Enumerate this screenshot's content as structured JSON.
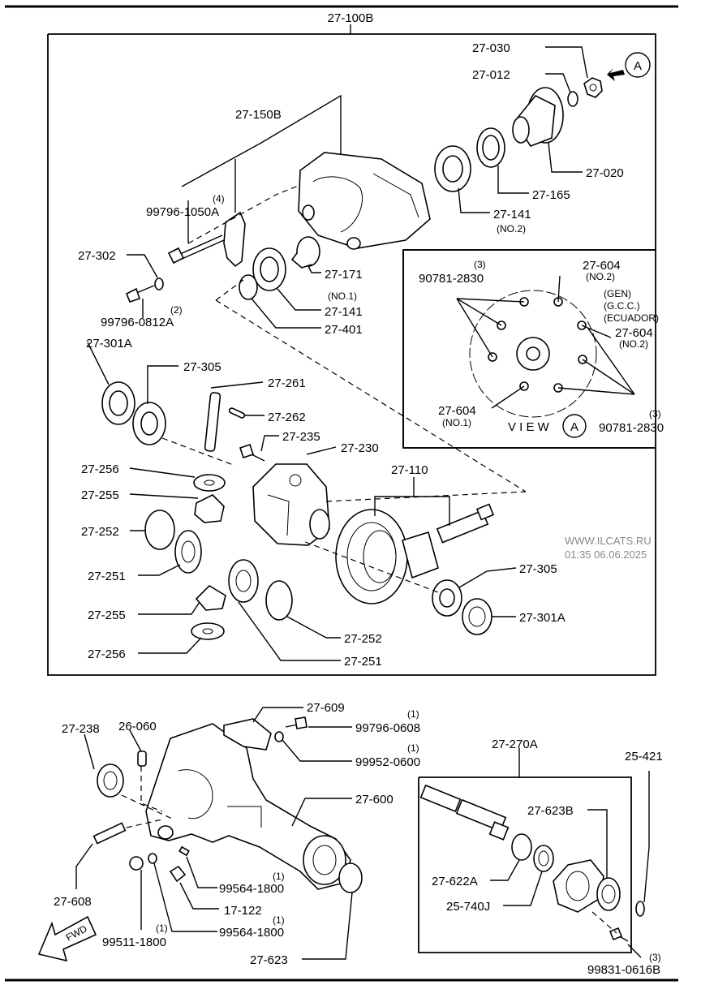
{
  "assembly_labels": {
    "main": "27-100B",
    "carrier": "27-150B",
    "view_box_title_prefix": "V I E W",
    "view_letter": "A",
    "arrow_letter": "A",
    "fwd": "FWD"
  },
  "callouts": {
    "p27_030": "27-030",
    "p27_012": "27-012",
    "p27_020": "27-020",
    "p27_165": "27-165",
    "p27_141_no2": "27-141",
    "no2_a": "(NO.2)",
    "p99796_1050a": "99796-1050A",
    "qty4": "(4)",
    "p27_302": "27-302",
    "p27_171": "27-171",
    "no1_a": "(NO.1)",
    "p27_141_no1": "27-141",
    "p99796_0812a": "99796-0812A",
    "qty2": "(2)",
    "p27_401": "27-401",
    "p27_301a_top": "27-301A",
    "p27_305_top": "27-305",
    "p27_261": "27-261",
    "p27_262": "27-262",
    "p27_235": "27-235",
    "p27_230": "27-230",
    "p27_110": "27-110",
    "p27_256_top": "27-256",
    "p27_255_top": "27-255",
    "p27_252_left": "27-252",
    "p27_251_left": "27-251",
    "p27_255_bot": "27-255",
    "p27_256_bot": "27-256",
    "p27_252_bot": "27-252",
    "p27_251_bot": "27-251",
    "p27_305_right": "27-305",
    "p27_301a_right": "27-301A"
  },
  "view_a": {
    "qty3_top": "(3)",
    "p90781_top": "90781-2830",
    "p27_604_top": "27-604",
    "no2_top": "(NO.2)",
    "gen": "(GEN)",
    "gcc": "(G.C.C.)",
    "ecuador": "(ECUADOR)",
    "p27_604_mid": "27-604",
    "no2_mid": "(NO.2)",
    "p27_604_bot": "27-604",
    "no1_bot": "(NO.1)",
    "qty3_bot": "(3)",
    "p90781_bot": "90781-2830"
  },
  "lower": {
    "p27_238": "27-238",
    "p26_060": "26-060",
    "p27_609": "27-609",
    "q1_a": "(1)",
    "p99796_0608": "99796-0608",
    "q1_b": "(1)",
    "p99952_0600": "99952-0600",
    "p27_600": "27-600",
    "p27_608": "27-608",
    "q1_c": "(1)",
    "p99564_1800_a": "99564-1800",
    "p17_122": "17-122",
    "q1_d": "(1)",
    "p99564_1800_b": "99564-1800",
    "q1_e": "(1)",
    "p99511_1800": "99511-1800",
    "p27_623": "27-623",
    "p27_270a": "27-270A",
    "p25_421": "25-421",
    "p27_623b": "27-623B",
    "p27_622a": "27-622A",
    "p25_740j": "25-740J",
    "q3": "(3)",
    "p99831_0616b": "99831-0616B"
  },
  "watermark": {
    "site": "WWW.ILCATS.RU",
    "stamp": "01:35 06.06.2025"
  }
}
